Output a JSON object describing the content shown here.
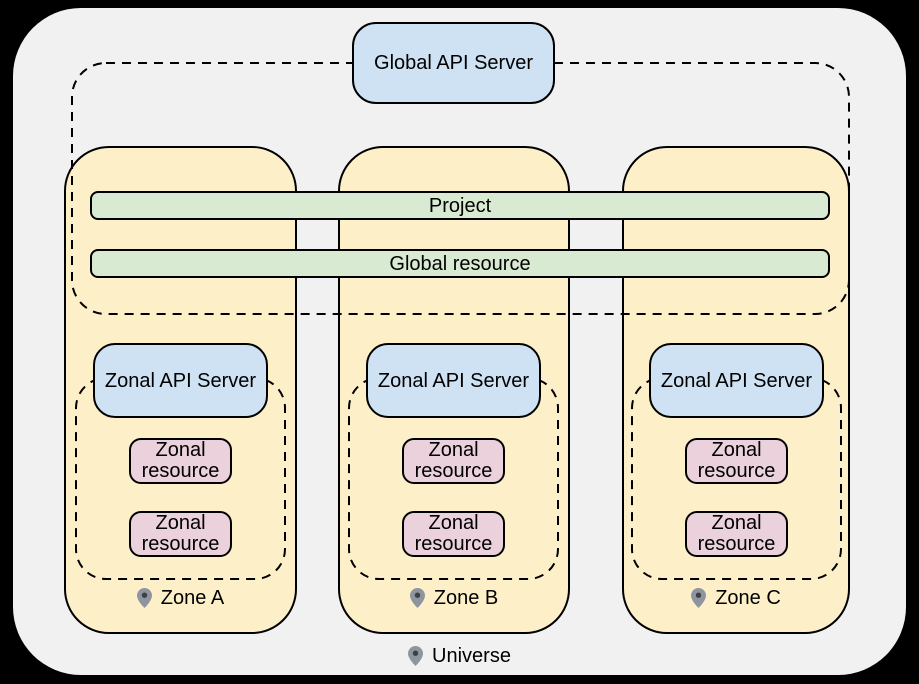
{
  "colors": {
    "canvas": "#000000",
    "universe-fill": "#f1f1f1",
    "zone-fill": "#fdf0c9",
    "server-fill": "#cfe2f3",
    "bar-fill": "#d9ead3",
    "resource-fill": "#ead1dc",
    "stroke": "#000000",
    "pin-gray": "#8e959e",
    "pin-dot": "#3c4043"
  },
  "diagram": {
    "global_api_server": {
      "label": "Global API Server"
    },
    "bars": [
      {
        "label": "Project"
      },
      {
        "label": "Global resource"
      }
    ],
    "zones": [
      {
        "name": "Zone A",
        "api_server_label": "Zonal API Server",
        "resources": [
          "Zonal resource",
          "Zonal resource"
        ]
      },
      {
        "name": "Zone B",
        "api_server_label": "Zonal API Server",
        "resources": [
          "Zonal resource",
          "Zonal resource"
        ]
      },
      {
        "name": "Zone C",
        "api_server_label": "Zonal API Server",
        "resources": [
          "Zonal resource",
          "Zonal resource"
        ]
      }
    ],
    "universe_label": "Universe",
    "icons": {
      "pin": "location-pin"
    }
  }
}
